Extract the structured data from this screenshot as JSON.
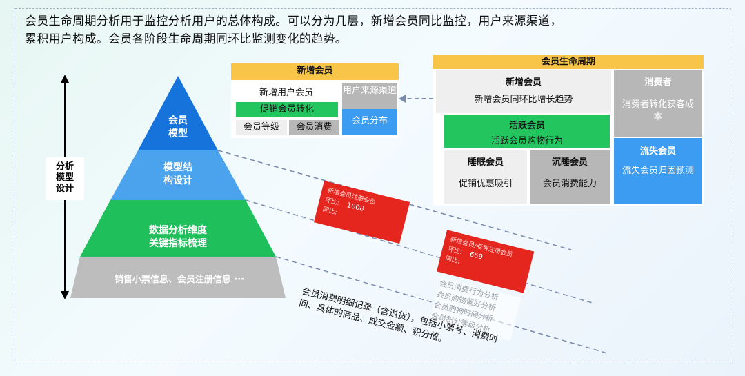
{
  "intro": {
    "line1": "会员生命周期分析用于监控分析用户的总体构成。可以分为几层，新增会员同比监控，用户来源渠道，",
    "line2": "累积用户构成。会员各阶段生命周期同环比监测变化的趋势。"
  },
  "pyramid": {
    "vertical_label": [
      "分析",
      "模型",
      "设计"
    ],
    "levels": [
      {
        "lines": [
          "会员",
          "模型"
        ],
        "color": "#1673dc"
      },
      {
        "lines": [
          "模型结",
          "构设计"
        ],
        "color": "#4aa3ec"
      },
      {
        "lines": [
          "数据分析维度",
          "关键指标梳理"
        ],
        "color": "#1fbf5c"
      },
      {
        "lines": [
          "销售小票信息、会员注册信息 ···"
        ],
        "color": "#bdbdbd"
      }
    ]
  },
  "new_member_panel": {
    "header": "新增会员",
    "new_users": "新增用户会员",
    "promo_convert": "促销会员转化",
    "member_level": "会员等级",
    "member_spend": "会员消费",
    "user_source": "用户来源渠道",
    "member_dist": "会员分布"
  },
  "lifecycle_panel": {
    "header": "会员生命周期",
    "new_member": "新增会员",
    "new_member_trend": "新增会员同环比增长趋势",
    "consumer": "消费者",
    "consumer_cost": "消费者转化获客成本",
    "active": "活跃会员",
    "active_desc": "活跃会员购物行为",
    "dormant": "睡眠会员",
    "dormant_desc": "促销优惠吸引",
    "deep_dormant": "沉睡会员",
    "deep_dormant_desc": "会员消费能力",
    "lost": "流失会员",
    "lost_desc": "流失会员归因预测"
  },
  "cards": {
    "card1_title": "新增会员注册会员",
    "card1_label_a": "环比:",
    "card1_value": "1008",
    "card1_label_b": "同比:",
    "card2_title": "新增会员/老客注册会员",
    "card2_label_a": "环比:",
    "card2_value": "659",
    "card2_label_b": "同比:",
    "list": [
      "会员消费行为分析",
      "会员购物偏好分析",
      "会员购物时间分析",
      "会员积分等级分析"
    ]
  },
  "detail_text": "会员消费明细记录（含退货），包括小票号、消费时间、具体的商品、成交金额、积分值。",
  "colors": {
    "yellow": "#f8c548",
    "green": "#22c55e",
    "blue": "#3b9cf1",
    "grey": "#b7b7b7",
    "red": "#e4261f"
  }
}
